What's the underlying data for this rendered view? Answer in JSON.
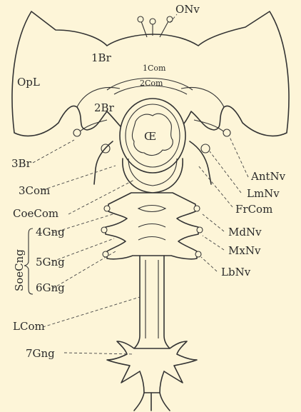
{
  "labels": {
    "onv": "ONv",
    "br1": "1Br",
    "opl": "OpL",
    "com1": "1Com",
    "com2": "2Com",
    "br2": "2Br",
    "oe": "Œ",
    "br3": "3Br",
    "antnv": "AntNv",
    "lmnv": "LmNv",
    "com3": "3Com",
    "coecom": "CoeCom",
    "frcom": "FrCom",
    "soecng": "SoeCng",
    "gng4": "4Gng",
    "mdnv": "MdNv",
    "gng5": "5Gng",
    "mxnv": "MxNv",
    "gng6": "6Gng",
    "lbnv": "LbNv",
    "lcom": "LCom",
    "gng7": "7Gng"
  }
}
